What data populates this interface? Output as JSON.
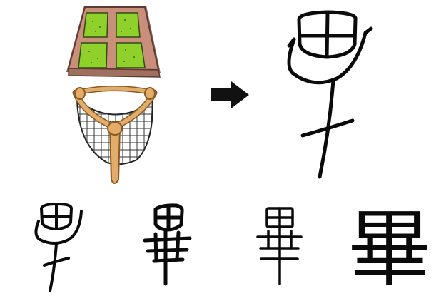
{
  "diagram": {
    "illustration": {
      "icon": "field-over-hand-net-icon",
      "description_visible": false
    },
    "arrow": {
      "icon": "right-arrow-icon",
      "color": "#111111"
    },
    "primary_glyph": {
      "icon": "oracle-bi-glyph",
      "script": "oracle-bone"
    },
    "evolution": [
      {
        "icon": "bi-glyph-stage-1",
        "script": "oracle-bone"
      },
      {
        "icon": "bi-glyph-stage-2",
        "script": "bronze"
      },
      {
        "icon": "bi-glyph-stage-3",
        "script": "seal"
      },
      {
        "text": "畢",
        "script": "modern"
      }
    ]
  },
  "colors": {
    "field_green": "#8fd12a",
    "field_soil": "#c98f7a",
    "net_handle": "#e2ad6b",
    "ink": "#0a0a0a"
  }
}
